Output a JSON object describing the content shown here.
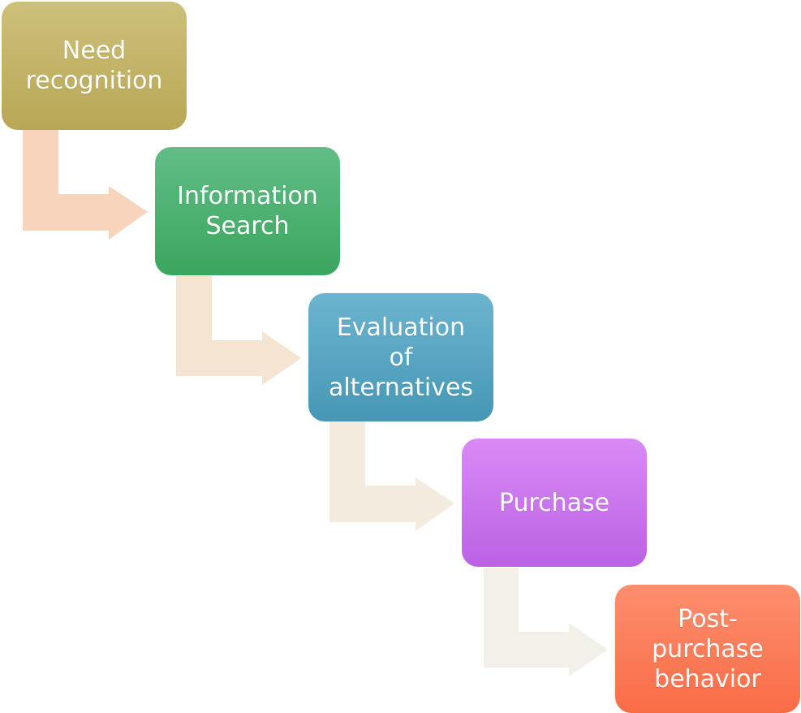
{
  "diagram": {
    "steps": [
      {
        "label": "Need\nrecognition",
        "color": "#c4b466"
      },
      {
        "label": "Information\nSearch",
        "color": "#4cb272"
      },
      {
        "label": "Evaluation\nof\nalternatives",
        "color": "#58a6c3"
      },
      {
        "label": "Purchase",
        "color": "#cc76ed"
      },
      {
        "label": "Post-\npurchase\nbehavior",
        "color": "#fb7c58"
      }
    ],
    "connectors": [
      {
        "from": 1,
        "to": 2,
        "color": "#f8d4bc"
      },
      {
        "from": 2,
        "to": 3,
        "color": "#f5e4d2"
      },
      {
        "from": 3,
        "to": 4,
        "color": "#f4ebdf"
      },
      {
        "from": 4,
        "to": 5,
        "color": "#f2f0e9"
      }
    ]
  }
}
